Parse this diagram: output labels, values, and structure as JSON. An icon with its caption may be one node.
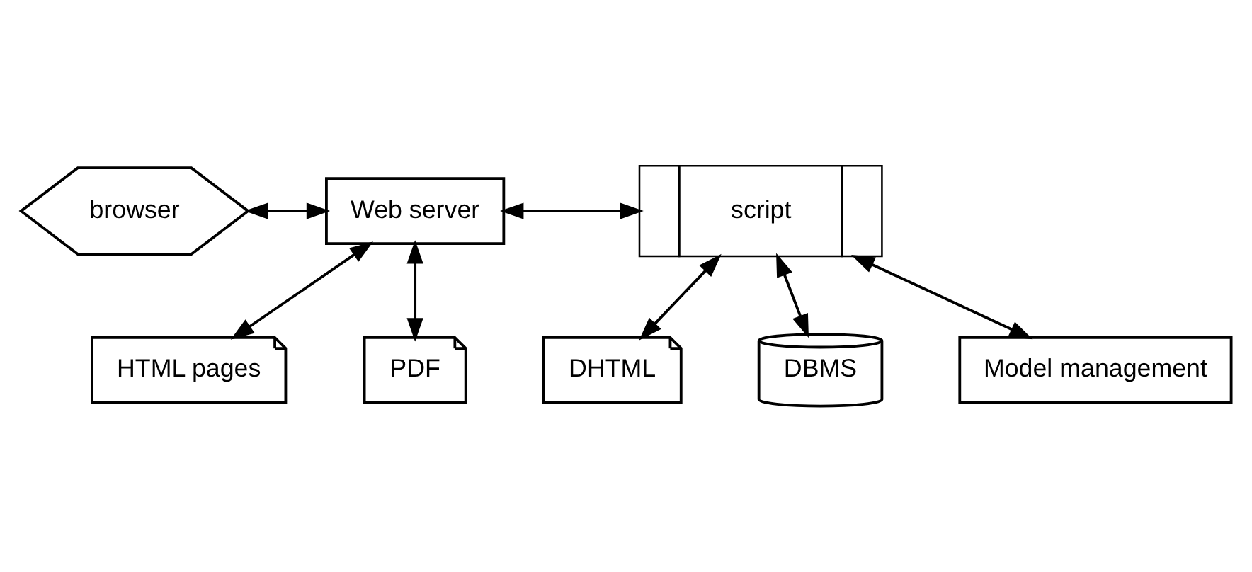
{
  "diagram": {
    "nodes": [
      {
        "text": [
          "browser"
        ]
      },
      {
        "text": [
          "Web server"
        ]
      },
      {
        "text": [
          "script"
        ]
      },
      {
        "text": [
          "HTML pages"
        ]
      },
      {
        "text": [
          "PDF"
        ]
      },
      {
        "text": [
          "DHTML"
        ]
      },
      {
        "text": [
          "DBMS"
        ]
      },
      {
        "text": [
          "Model management"
        ]
      }
    ],
    "edges": [
      {
        "from": 0,
        "to": 1,
        "arrow": "both"
      },
      {
        "from": 1,
        "to": 2,
        "arrow": "both"
      },
      {
        "from": 1,
        "to": 3,
        "arrow": "both"
      },
      {
        "from": 1,
        "to": 4,
        "arrow": "both"
      },
      {
        "from": 2,
        "to": 5,
        "arrow": "both"
      },
      {
        "from": 2,
        "to": 6,
        "arrow": "both"
      },
      {
        "from": 2,
        "to": 7,
        "arrow": "both"
      }
    ]
  }
}
